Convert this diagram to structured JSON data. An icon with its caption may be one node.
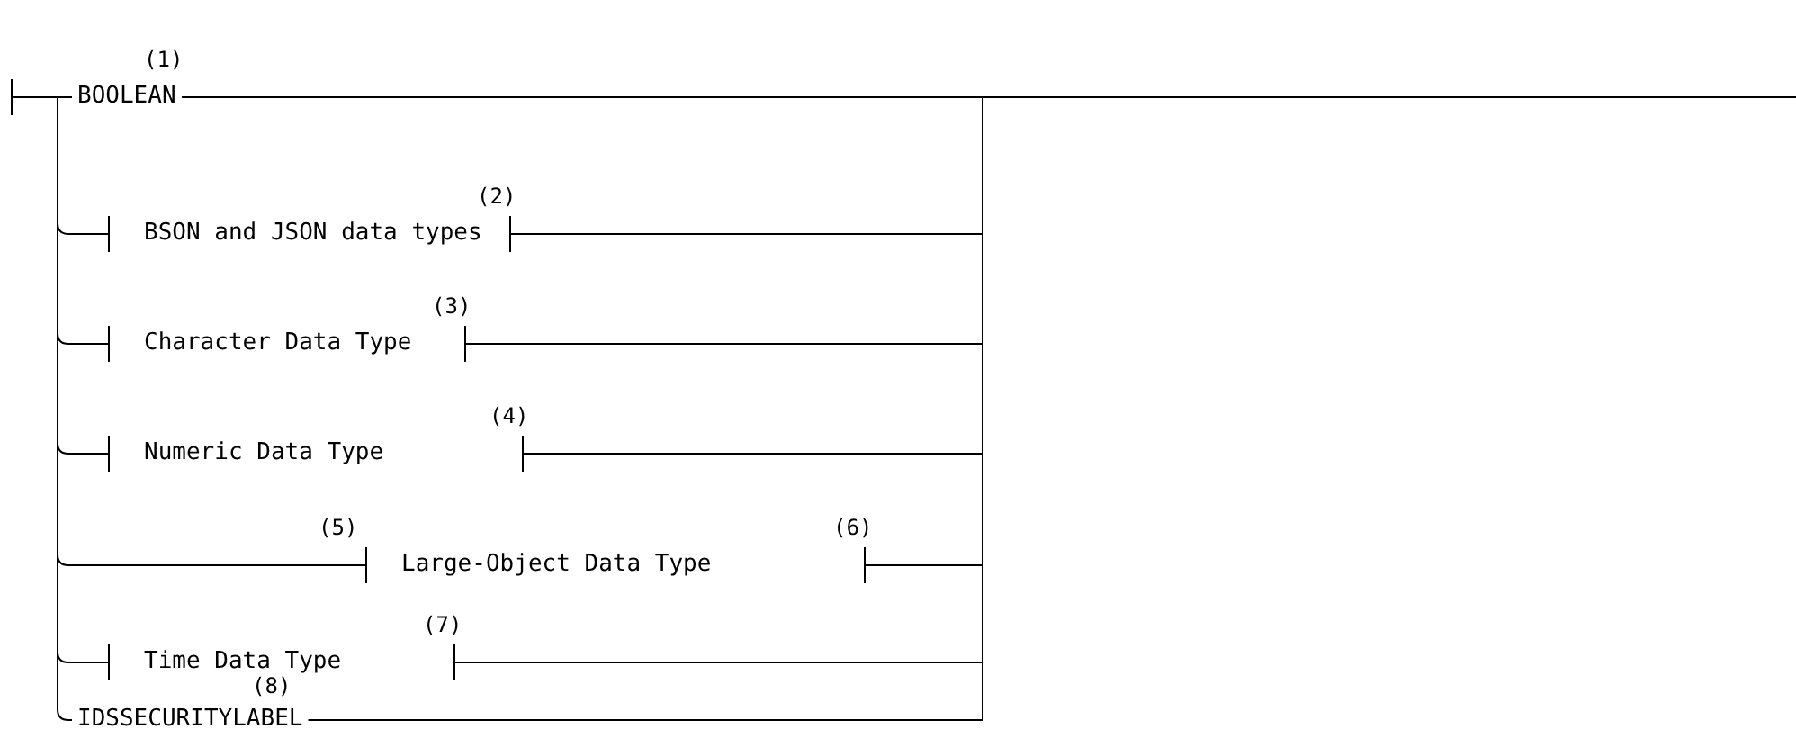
{
  "diagram": {
    "nodes": [
      {
        "text": [],
        "shape": "bar"
      },
      {
        "text": [
          "BOOLEAN"
        ],
        "beside": [
          "(1)"
        ]
      },
      {
        "text": [
          "BSON and JSON data types"
        ],
        "beside": [
          "(2)"
        ]
      },
      {
        "text": [
          "Character Data Type"
        ],
        "beside": [
          "(3)"
        ]
      },
      {
        "text": [
          "Numeric Data Type"
        ],
        "beside": [
          "(4)"
        ]
      },
      {
        "text": [
          "Large-Object Data Type"
        ],
        "beside": [
          "(5)",
          "(6)"
        ]
      },
      {
        "text": [
          "Time Data Type"
        ],
        "beside": [
          "(7)"
        ]
      },
      {
        "text": [
          "IDSSECURITYLABEL"
        ],
        "beside": [
          "(8)"
        ]
      }
    ],
    "edges": [
      {
        "from": 0,
        "to": 1,
        "arrow": "none"
      },
      {
        "from": 0,
        "to": 2,
        "arrow": "none"
      },
      {
        "from": 0,
        "to": 3,
        "arrow": "none"
      },
      {
        "from": 0,
        "to": 4,
        "arrow": "none"
      },
      {
        "from": 0,
        "to": 5,
        "arrow": "none"
      },
      {
        "from": 0,
        "to": 6,
        "arrow": "none"
      },
      {
        "from": 0,
        "to": 7,
        "arrow": "none"
      },
      {
        "from": 1,
        "to": null,
        "arrow": "none"
      },
      {
        "from": 2,
        "to": null,
        "arrow": "none"
      },
      {
        "from": 3,
        "to": null,
        "arrow": "none"
      },
      {
        "from": 4,
        "to": null,
        "arrow": "none"
      },
      {
        "from": 5,
        "to": null,
        "arrow": "none"
      },
      {
        "from": 6,
        "to": null,
        "arrow": "none"
      },
      {
        "from": 7,
        "to": null,
        "arrow": "none"
      }
    ]
  }
}
